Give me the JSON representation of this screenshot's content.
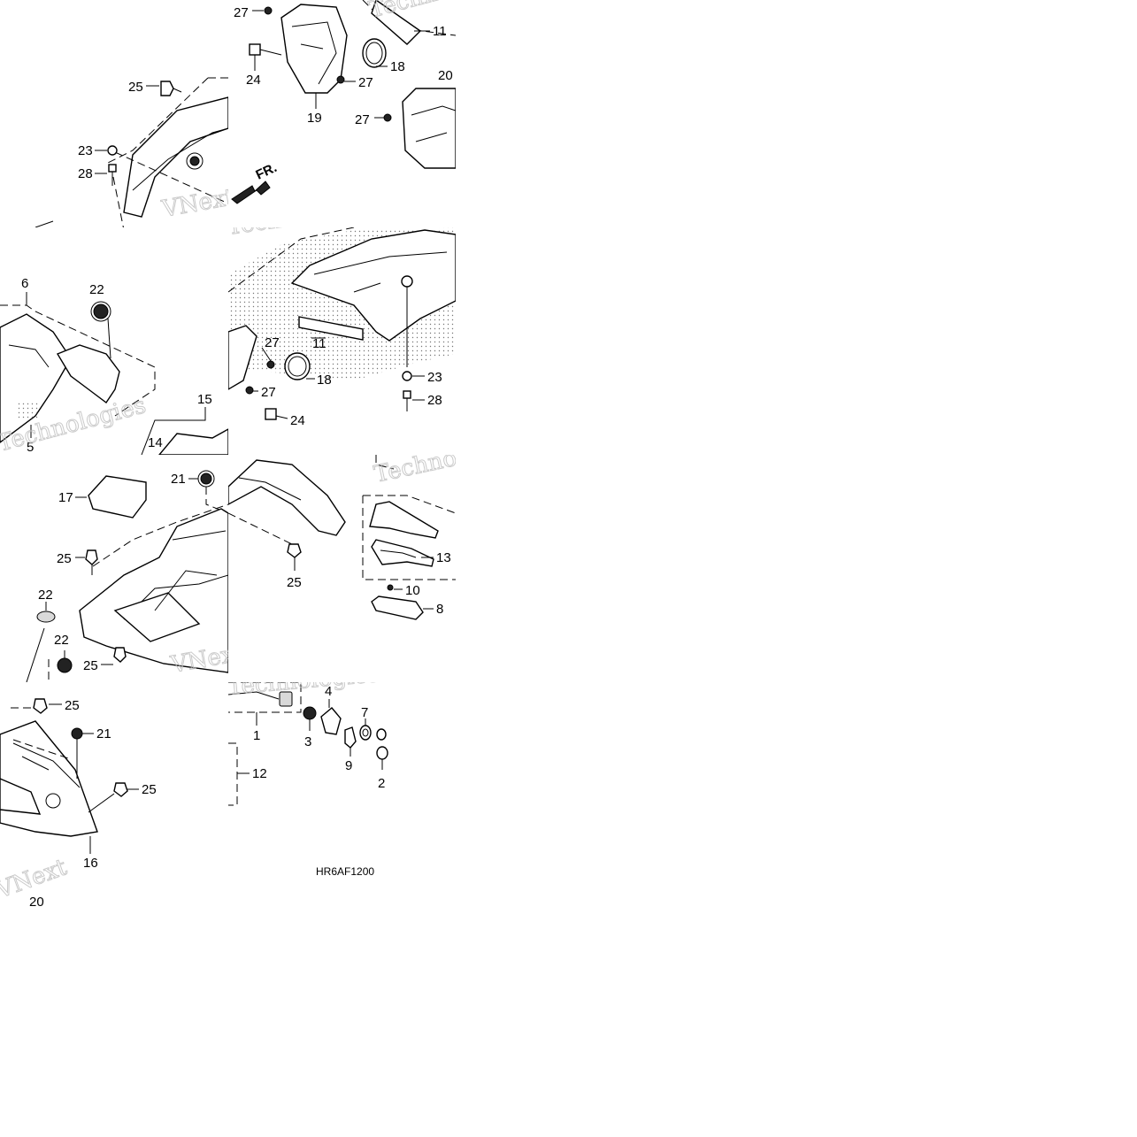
{
  "diagram": {
    "drawing_code": "HR6AF1200",
    "direction_arrow_text": "FR.",
    "watermark": {
      "brand_1": "VNext",
      "brand_2": "Technologies"
    },
    "callouts": {
      "t1_27": "27",
      "t1_24": "24",
      "t1_19": "19",
      "t1_18": "18",
      "t1_27b": "27",
      "t1_11": "11",
      "t1_20": "20",
      "t1_27c": "27",
      "t1_25": "25",
      "t1_23": "23",
      "t1_28": "28",
      "t2_6": "6",
      "t2_22": "22",
      "t2_15": "15",
      "t2_14": "14",
      "t2_5": "5",
      "t2_27": "27",
      "t2_27b": "27",
      "t2_11": "11",
      "t2_18": "18",
      "t2_23": "23",
      "t2_24": "24",
      "t2_28": "28",
      "t3_17": "17",
      "t3_21": "21",
      "t3_25": "25",
      "t3_22": "22",
      "t3_22b": "22",
      "t3_25b": "25",
      "t3_25c": "25",
      "t3_13": "13",
      "t3_10": "10",
      "t3_8": "8",
      "t4_25": "25",
      "t4_21": "21",
      "t4_25b": "25",
      "t4_16": "16",
      "t4_20": "20",
      "t4_4": "4",
      "t4_7": "7",
      "t4_1": "1",
      "t4_3": "3",
      "t4_9": "9",
      "t4_2": "2",
      "t4_12": "12"
    }
  }
}
